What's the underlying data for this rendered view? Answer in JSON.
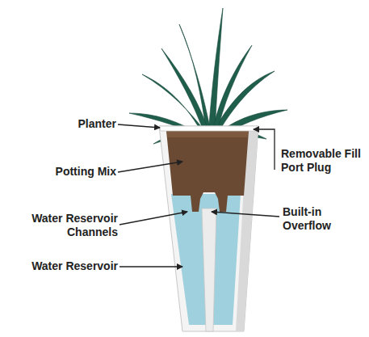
{
  "diagram": {
    "labels": [
      "Planter",
      "Potting Mix",
      "Water Reservoir Channels",
      "Water Reservoir",
      "Removable Fill Port Plug",
      "Built-in Overflow"
    ]
  }
}
